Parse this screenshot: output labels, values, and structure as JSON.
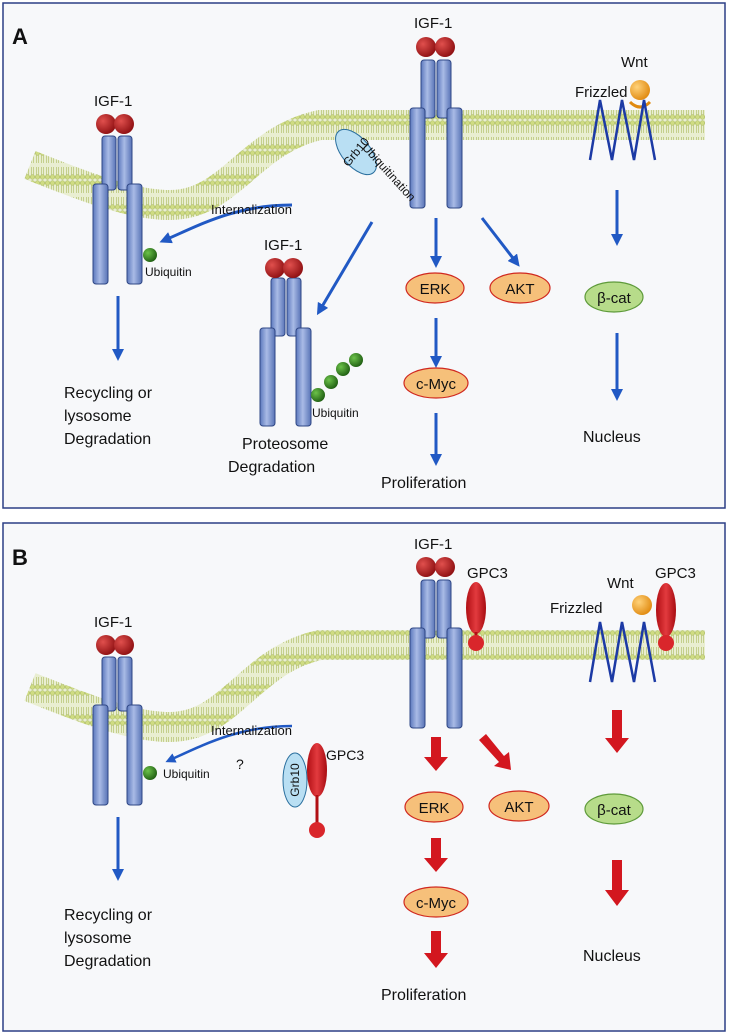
{
  "panel_a": {
    "letter": "A",
    "labels": {
      "igf1_left": "IGF-1",
      "igf1_center": "IGF-1",
      "igf1_degraded": "IGF-1",
      "wnt": "Wnt",
      "frizzled": "Frizzled",
      "grb10": "Grb10",
      "ubiquitination": "Ubiquitination",
      "internalization": "Internalization",
      "ubiquitin_left": "Ubiquitin",
      "ubiquitin_right": "Ubiquitin",
      "erk": "ERK",
      "akt": "AKT",
      "cmyc": "c-Myc",
      "bcat": "β-cat",
      "recycling_1": "Recycling or",
      "recycling_2": "lysosome",
      "recycling_3": "Degradation",
      "proteosome_1": "Proteosome",
      "proteosome_2": "Degradation",
      "proliferation": "Proliferation",
      "nucleus": "Nucleus"
    }
  },
  "panel_b": {
    "letter": "B",
    "labels": {
      "igf1_left": "IGF-1",
      "igf1_center": "IGF-1",
      "gpc3_center": "GPC3",
      "gpc3_right": "GPC3",
      "gpc3_grb10": "GPC3",
      "wnt": "Wnt",
      "frizzled": "Frizzled",
      "grb10": "Grb10",
      "internalization": "Internalization",
      "question": "?",
      "ubiquitin": "Ubiquitin",
      "erk": "ERK",
      "akt": "AKT",
      "cmyc": "c-Myc",
      "bcat": "β-cat",
      "recycling_1": "Recycling or",
      "recycling_2": "lysosome",
      "recycling_3": "Degradation",
      "proliferation": "Proliferation",
      "nucleus": "Nucleus"
    }
  },
  "colors": {
    "receptor": "#7b93cf",
    "receptor_stroke": "#2f4785",
    "igf_ball": "#b11a1d",
    "membrane": "#c6d27d",
    "blue_arrow": "#2159c4",
    "red_arrow": "#d3171f",
    "node_orange": "#f6c07a",
    "node_green": "#b7dc8a",
    "grb10": "#b9dff3",
    "ubiquitin": "#2f7a1d",
    "wnt": "#f0a020"
  }
}
